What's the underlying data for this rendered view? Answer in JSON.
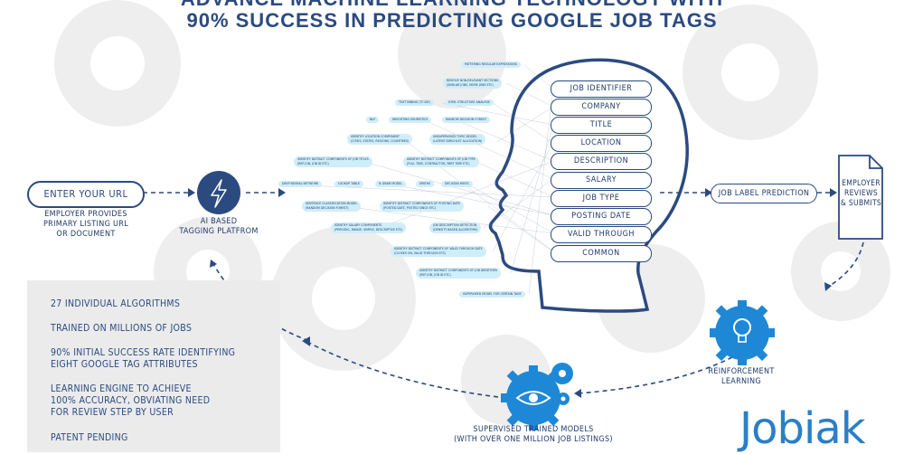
{
  "title": {
    "line1": "ADVANCE MACHINE LEARNING TECHNOLOGY WITH",
    "line2": "90% SUCCESS IN PREDICTING GOOGLE JOB TAGS"
  },
  "input": {
    "url_label": "ENTER YOUR URL",
    "caption": [
      "EMPLOYER PROVIDES",
      "PRIMARY LISTING URL",
      "OR DOCUMENT"
    ]
  },
  "platform": {
    "caption": [
      "AI BASED",
      "TAGGING PLATFROM"
    ],
    "icon": "lightning-bolt-icon"
  },
  "algorithms": [
    "PATTERING REGULAR EXPRESSIONS",
    "REMOVE NON-RELEVANT SECTIONS",
    "(SIMILAR JOBS, MORE JOBS ETC)",
    "TEXT MINING (TF-IDF)",
    "HTML STRUCTURE ANALYSIS",
    "NLP",
    "WEIGHTING HEURISTICS",
    "RANDOM DECISION FOREST",
    "IDENTIFY LOCATION COMPONENT",
    "(CITIES, STATES, REGIONS, COUNTRIES)",
    "UNSUPERVISED TOPIC MODEL",
    "(LATENT DIRICHLET ALLOCATION)",
    "IDENTIFY DISTINCT COMPONENTS OF JOB TITLES",
    "(REF JOB, JOB ID ETC)",
    "IDENTIFY DISTINCT COMPONENTS OF JOB TYPE",
    "(FULL TIME, CONTRACTOR, PART TIME ETC)",
    "DEEP NEURAL NETWORK",
    "LOOKUP TABLE",
    "N-GRAM MODEL",
    "XPATHS",
    "DECISION HINTS",
    "SENTENCE CLASSIFICATION MODEL",
    "(RANDOM DECISION FOREST)",
    "IDENTIFY DISTINCT COMPONENTS OF POSTING DATE",
    "(POSTED DATE, POSTED SINCE ETC)",
    "IDENTIFY SALARY COMPONENTS",
    "(PERIODIC, RANGE, SIMPLE, DESCRIPTIVE ETC)",
    "JOB DESCRIPTION DETECTION",
    "(DENSITY BASED ALGORITHM)",
    "IDENTIFY DISTINCT COMPONENTS OF VALID THROUGH DATE",
    "(CLOSES ON, VALID THROUGH ETC)",
    "IDENTIFY DISTINCT COMPONENTS OF JOB IDENTIFIER",
    "(REF JOB, JOB ID ETC)",
    "SUPERVISED MODEL FOR CERTAIN TAGS"
  ],
  "tags": [
    "JOB IDENTIFIER",
    "COMPANY",
    "TITLE",
    "LOCATION",
    "DESCRIPTION",
    "SALARY",
    "JOB TYPE",
    "POSTING DATE",
    "VALID THROUGH",
    "COMMON"
  ],
  "prediction": {
    "label": "JOB LABEL PREDICTION"
  },
  "employer": {
    "caption": [
      "EMPLOYER",
      "REVIEWS",
      "& SUBMITS"
    ],
    "icon": "document-icon"
  },
  "reinforcement": {
    "caption": [
      "REINFORCEMENT",
      "LEARNING"
    ],
    "icon": "lightbulb-gear-icon"
  },
  "supervised": {
    "caption": [
      "SUPERVISED TRAINED MODELS",
      "(WITH OVER ONE MILLION JOB LISTINGS)"
    ],
    "icon": "eye-gears-icon"
  },
  "facts": [
    "27 INDIVIDUAL ALGORITHMS",
    "TRAINED ON MILLIONS OF JOBS",
    "90% INITIAL SUCCESS RATE  IDENTIFYING",
    "EIGHT GOOGLE TAG ATTRIBUTES",
    "LEARNING ENGINE TO ACHIEVE",
    "100% ACCURACY, OBVIATING NEED",
    "FOR REVIEW STEP BY USER",
    "PATENT PENDING"
  ],
  "logo": "Jobiak",
  "colors": {
    "primary": "#2b4a80",
    "accent": "#1e88d6",
    "pill": "#cfeef9",
    "panel": "#ebebeb",
    "logo": "#2a7fc8"
  }
}
